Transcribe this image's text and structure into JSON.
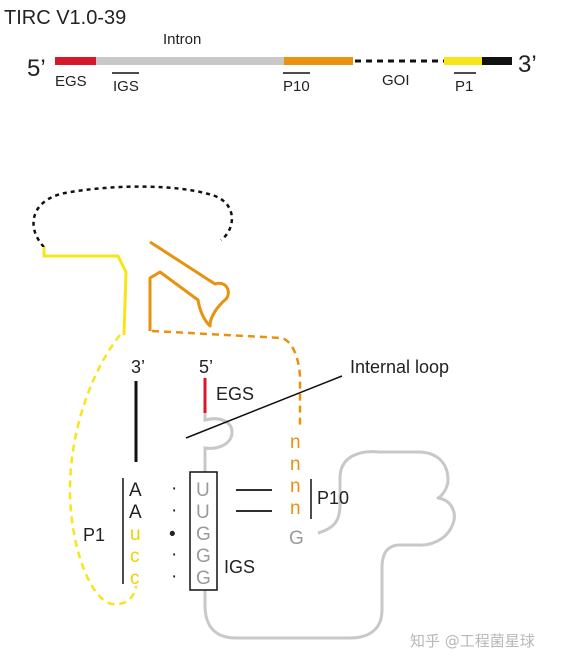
{
  "title": "TIRC V1.0-39",
  "linear": {
    "five_prime": "5’",
    "three_prime": "3’",
    "segments": {
      "egs": "EGS",
      "intron": "Intron",
      "igs": "IGS",
      "p10": "P10",
      "goi": "GOI",
      "p1": "P1"
    }
  },
  "structure": {
    "three_prime": "3’",
    "five_prime": "5’",
    "egs_label": "EGS",
    "internal_loop": "Internal loop",
    "p10_label": "P10",
    "p1_label": "P1",
    "igs_label": "IGS",
    "p1_strand": [
      "A",
      "A",
      "u",
      "c",
      "c"
    ],
    "igs_strand": [
      "U",
      "U",
      "G",
      "G",
      "G"
    ],
    "pair_marks": [
      "·",
      "·",
      "•",
      "·",
      "·"
    ],
    "p10_strand": [
      "n",
      "n",
      "n",
      "n"
    ],
    "g_label": "G"
  },
  "colors": {
    "egs_red": "#d7182a",
    "intron_gray": "#c8c8c8",
    "p10_orange": "#e8920f",
    "p1_yellow": "#f7e41b",
    "black": "#111111",
    "dark_gray": "#8a8a8a"
  },
  "watermark": "知乎 @工程菌星球"
}
